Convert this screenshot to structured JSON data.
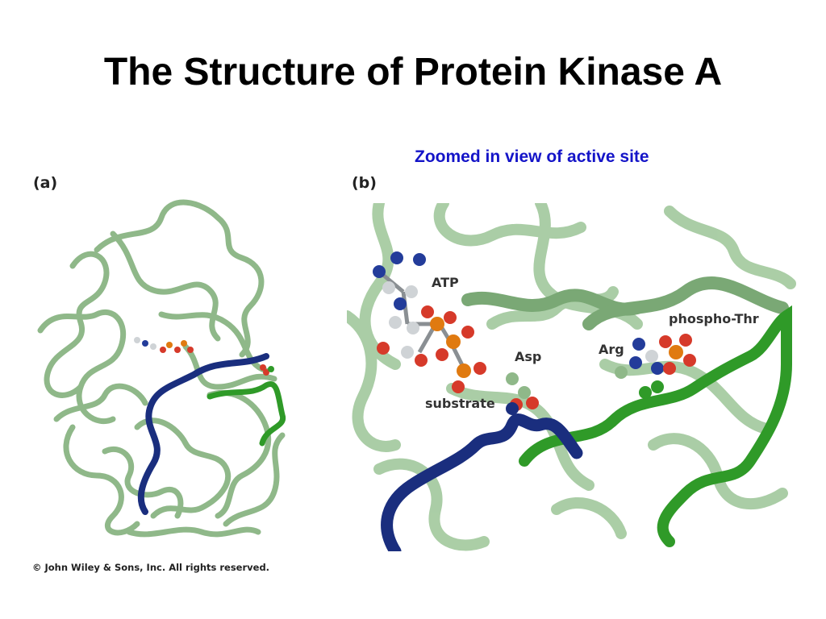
{
  "title": "The Structure of Protein Kinase A",
  "subtitle": "Zoomed in view of active site",
  "panels": {
    "a": {
      "label": "(a)"
    },
    "b": {
      "label": "(b)",
      "annotations": {
        "atp": "ATP",
        "asp": "Asp",
        "substrate": "substrate",
        "arg": "Arg",
        "phospho_thr": "phospho-Thr"
      }
    }
  },
  "copyright": "© John Wiley & Sons, Inc. All rights reserved.",
  "colors": {
    "protein_backbone": "#8fb889",
    "substrate_chain": "#1a2e7e",
    "activation_loop": "#2f9a28",
    "oxygen": "#d63a2a",
    "phosphorus": "#e07a10",
    "nitrogen": "#233c9a",
    "carbon": "#cfd3d6",
    "title_text": "#000000",
    "subtitle_text": "#1414c8"
  }
}
